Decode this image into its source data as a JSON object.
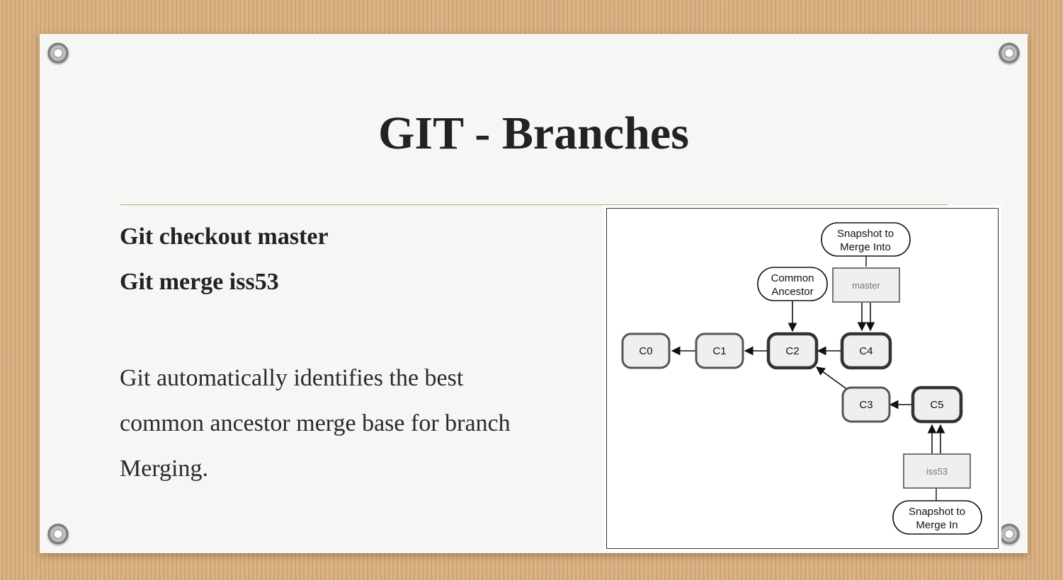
{
  "slide": {
    "title": "GIT - Branches",
    "commands": [
      "Git checkout master",
      "Git merge iss53"
    ],
    "body_lines": [
      "Git automatically identifies the best",
      "common ancestor merge base for branch",
      "Merging."
    ]
  },
  "diagram": {
    "commits": [
      "C0",
      "C1",
      "C2",
      "C4",
      "C3",
      "C5"
    ],
    "branches": {
      "master": "master",
      "iss53": "iss53"
    },
    "callouts": {
      "merge_into_line1": "Snapshot to",
      "merge_into_line2": "Merge Into",
      "ancestor_line1": "Common",
      "ancestor_line2": "Ancestor",
      "merge_in_line1": "Snapshot to",
      "merge_in_line2": "Merge In"
    }
  }
}
